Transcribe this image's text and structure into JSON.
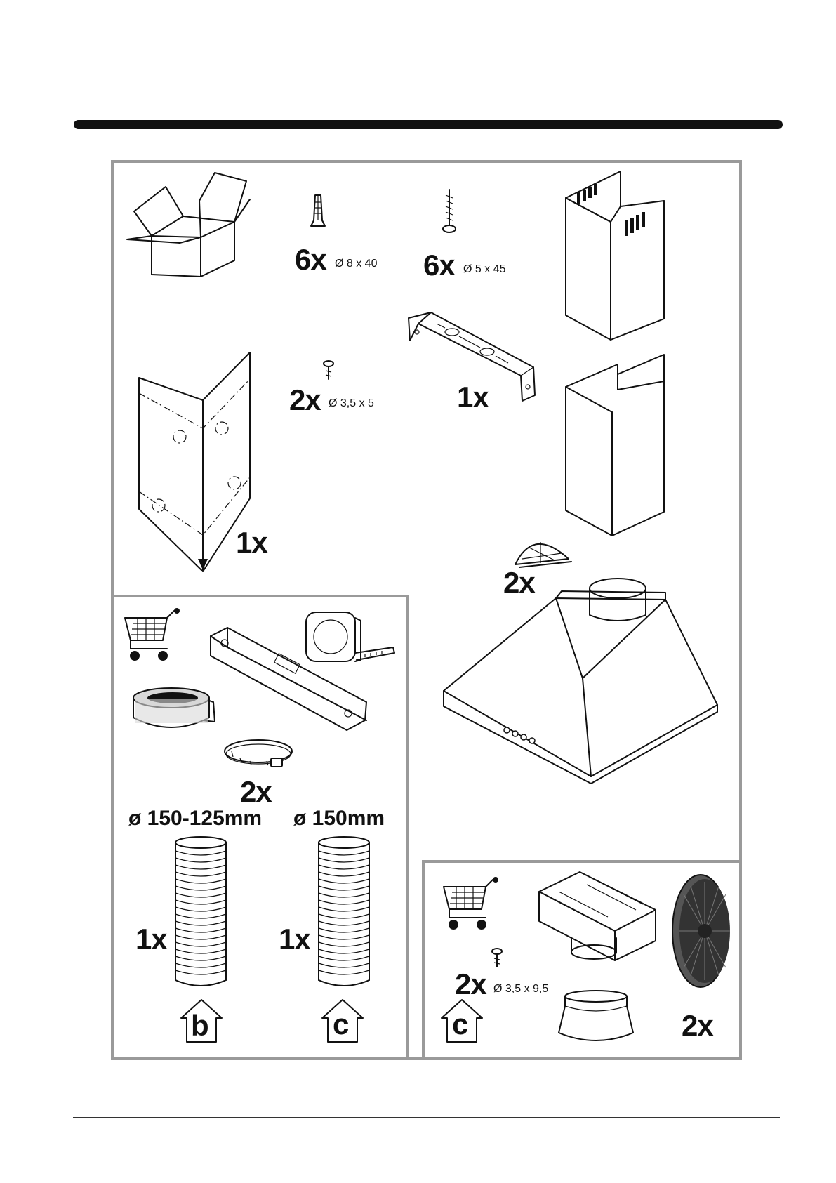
{
  "kit": {
    "wall_plugs": {
      "qty": "6x",
      "dim": "Ø 8 x 40"
    },
    "wall_screws": {
      "qty": "6x",
      "dim": "Ø 5 x 45"
    },
    "small_screws": {
      "qty": "2x",
      "dim": "Ø 3,5 x 5"
    },
    "bracket": {
      "qty": "1x"
    },
    "template": {
      "qty": "1x"
    },
    "filter_grids": {
      "qty": "2x"
    }
  },
  "not_supplied": {
    "clamps": {
      "qty": "2x"
    },
    "hose_a": {
      "dia": "ø 150-125mm",
      "qty": "1x"
    },
    "hose_b": {
      "dia": "ø 150mm",
      "qty": "1x"
    }
  },
  "recirculation": {
    "screws": {
      "qty": "2x",
      "dim": "Ø 3,5 x 9,5"
    },
    "carbon_filters": {
      "qty": "2x"
    }
  },
  "mode_icons": {
    "extraction_letter": "b",
    "recirculation_letter": "c"
  }
}
